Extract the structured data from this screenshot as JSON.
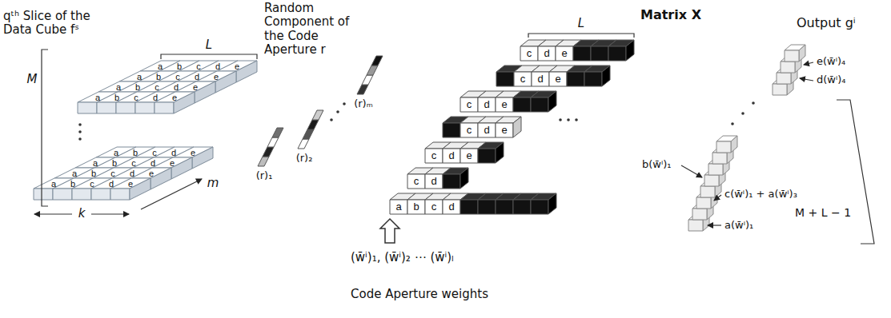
{
  "diagram": {
    "labels": [
      "qᵗʰ Slice of the Data Cube fˢ",
      "L",
      "M",
      "m",
      "k",
      "a",
      "b",
      "c",
      "d",
      "e",
      "a",
      "b",
      "c",
      "d",
      "e",
      "a",
      "b",
      "c",
      "d",
      "e",
      "a",
      "b",
      "c",
      "d",
      "e",
      "a",
      "b",
      "c",
      "d",
      "e",
      "a",
      "b",
      "c",
      "d",
      "e",
      "a",
      "b",
      "c",
      "d",
      "e",
      "a",
      "b",
      "c",
      "d",
      "e",
      "Random Component of the Code Aperture r",
      "(r)₁",
      "(r)₂",
      "(r)ₘ",
      "L",
      "Matrix X",
      "c",
      "d",
      "e",
      "c",
      "d",
      "e",
      "c",
      "d",
      "e",
      "c",
      "d",
      "e",
      "c",
      "d",
      "e",
      "c",
      "d",
      "a",
      "b",
      "c",
      "d",
      "Output gⁱ",
      "e(w̄ⁱ)₄",
      "d(w̄ⁱ)₄",
      "b(w̄ⁱ)₁",
      "c(w̄ⁱ)₁ + a(w̄ⁱ)₃",
      "M + L − 1",
      "a(w̄ⁱ)₁",
      "(w̄ⁱ)₁, (w̄ⁱ)₂ ⋯ (w̄ⁱ)ₗ",
      "Code Aperture weights"
    ]
  }
}
